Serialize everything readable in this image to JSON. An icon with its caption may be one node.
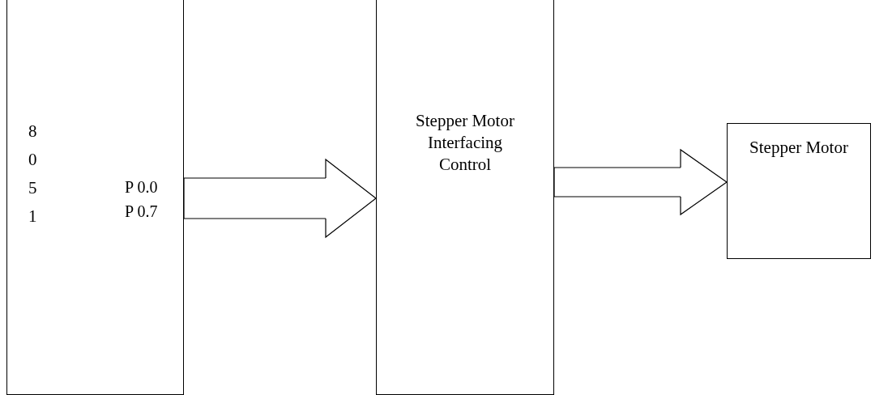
{
  "diagram": {
    "nodes": [
      {
        "text": [
          "8051",
          "P 0.0",
          "P 0.7"
        ]
      },
      {
        "text": [
          "Stepper Motor Interfacing Control"
        ]
      },
      {
        "text": [
          "Stepper Motor"
        ]
      }
    ],
    "edges": [
      {
        "from": 0,
        "to": 1,
        "arrow": "to"
      },
      {
        "from": 1,
        "to": 2,
        "arrow": "to"
      }
    ]
  }
}
